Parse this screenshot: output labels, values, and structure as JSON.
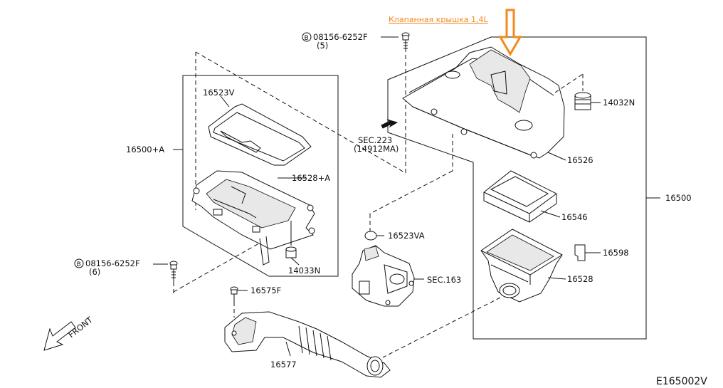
{
  "annotation": {
    "text": "Клапанная крышка 1,4L",
    "arrow_color": "#f28a1e"
  },
  "labels": {
    "bolt_top_code": "08156-6252F",
    "bolt_top_qty": "(5)",
    "bolt_left_code": "08156-6252F",
    "bolt_left_qty": "(6)",
    "p16523v": "16523V",
    "p16500a": "16500+A",
    "p16528a": "16528+A",
    "p14033n": "14033N",
    "sec223": "SEC.223",
    "p14912ma": "(14912MA)",
    "p14032n": "14032N",
    "p16526": "16526",
    "p16500": "16500",
    "p16546": "16546",
    "p16598": "16598",
    "p16528": "16528",
    "p16523va": "16523VA",
    "sec163": "SEC.163",
    "p16575f": "16575F",
    "p16577": "16577",
    "front": "FRONT",
    "bolt_marker": "B"
  },
  "diagram_code": "E165002V"
}
